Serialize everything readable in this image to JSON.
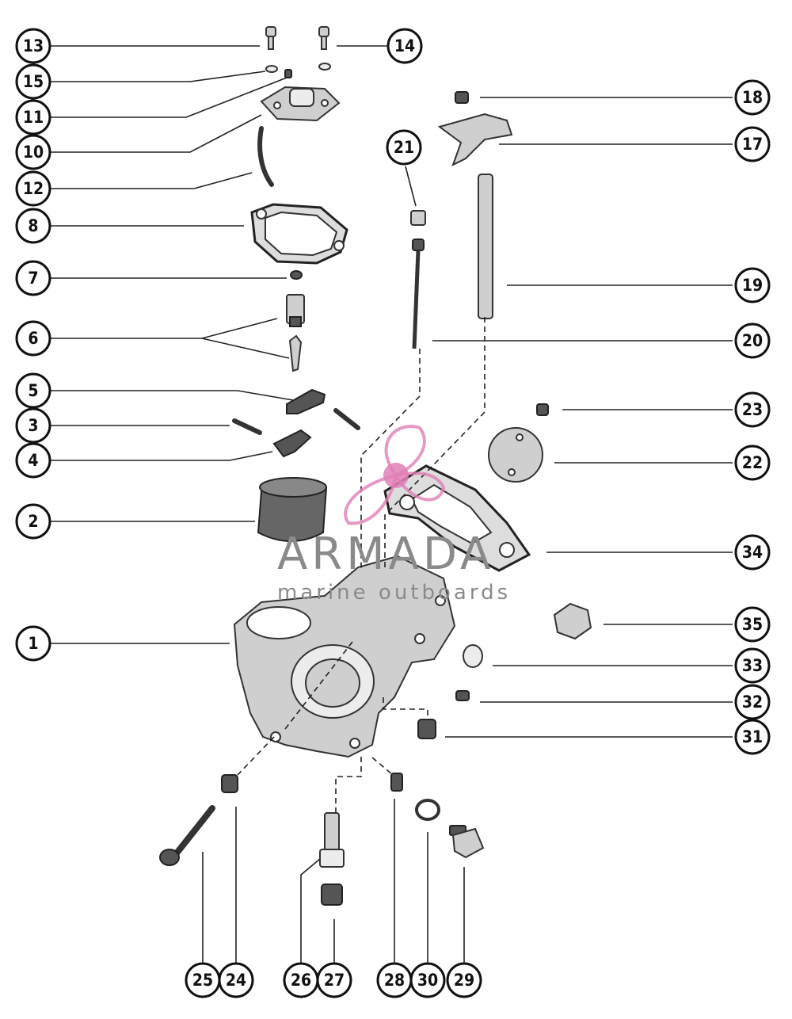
{
  "watermark": {
    "brand": "ARMADA",
    "tagline": "marine outboards",
    "logo_color": "#e07fb5",
    "text_color": "#8a8a8a"
  },
  "callouts": [
    {
      "id": "13",
      "label": "13"
    },
    {
      "id": "15",
      "label": "15"
    },
    {
      "id": "11",
      "label": "11"
    },
    {
      "id": "10",
      "label": "10"
    },
    {
      "id": "12",
      "label": "12"
    },
    {
      "id": "8",
      "label": "8"
    },
    {
      "id": "7",
      "label": "7"
    },
    {
      "id": "6",
      "label": "6"
    },
    {
      "id": "5",
      "label": "5"
    },
    {
      "id": "3",
      "label": "3"
    },
    {
      "id": "4",
      "label": "4"
    },
    {
      "id": "2",
      "label": "2"
    },
    {
      "id": "1",
      "label": "1"
    },
    {
      "id": "14",
      "label": "14"
    },
    {
      "id": "18",
      "label": "18"
    },
    {
      "id": "17",
      "label": "17"
    },
    {
      "id": "21",
      "label": "21"
    },
    {
      "id": "19",
      "label": "19"
    },
    {
      "id": "20",
      "label": "20"
    },
    {
      "id": "23",
      "label": "23"
    },
    {
      "id": "22",
      "label": "22"
    },
    {
      "id": "34",
      "label": "34"
    },
    {
      "id": "35",
      "label": "35"
    },
    {
      "id": "33",
      "label": "33"
    },
    {
      "id": "32",
      "label": "32"
    },
    {
      "id": "31",
      "label": "31"
    },
    {
      "id": "25",
      "label": "25"
    },
    {
      "id": "24",
      "label": "24"
    },
    {
      "id": "26",
      "label": "26"
    },
    {
      "id": "27",
      "label": "27"
    },
    {
      "id": "28",
      "label": "28"
    },
    {
      "id": "30",
      "label": "30"
    },
    {
      "id": "29",
      "label": "29"
    }
  ]
}
